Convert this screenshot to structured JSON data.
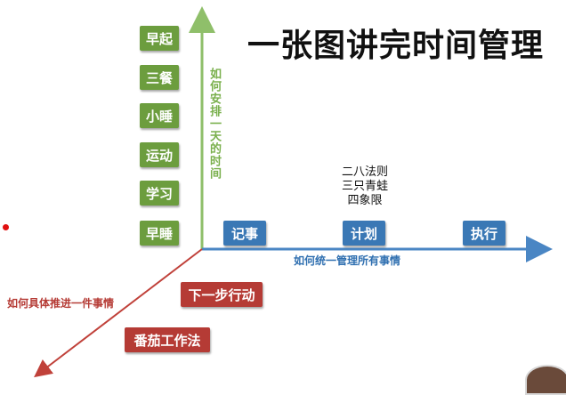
{
  "title": "一张图讲完时间管理",
  "vertical_axis": {
    "label": "如何安排一天的时间",
    "items": [
      "早起",
      "三餐",
      "小睡",
      "运动",
      "学习",
      "早睡"
    ]
  },
  "horizontal_axis": {
    "label": "如何统一管理所有事情",
    "items": [
      "记事",
      "计划",
      "执行"
    ]
  },
  "methods": [
    "二八法则",
    "三只青蛙",
    "四象限"
  ],
  "diagonal_axis": {
    "label": "如何具体推进一件事情",
    "items": [
      "下一步行动",
      "番茄工作法"
    ]
  },
  "colors": {
    "green": "#6c9d3e",
    "blue": "#3a78b5",
    "red": "#b53b35"
  }
}
